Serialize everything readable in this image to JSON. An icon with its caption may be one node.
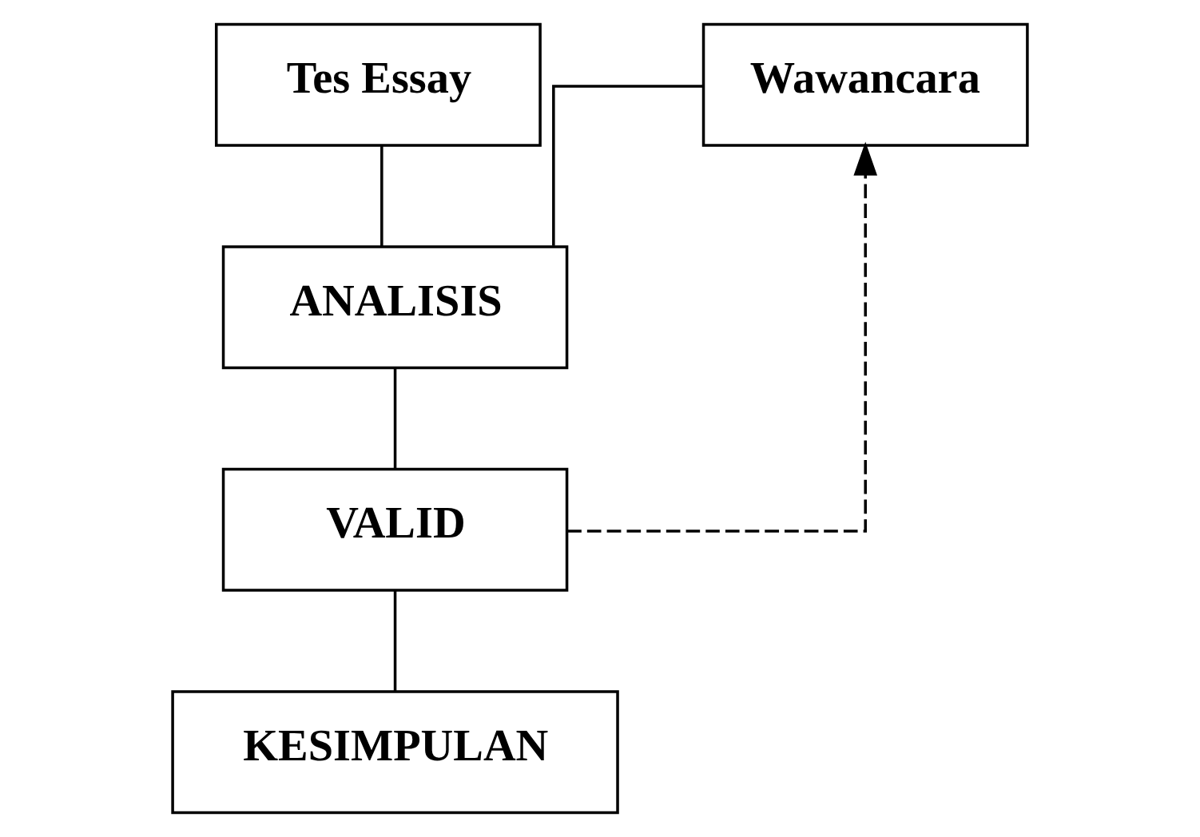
{
  "diagram": {
    "nodes": [
      {
        "text": [
          "Tes Essay"
        ]
      },
      {
        "text": [
          "Wawancara"
        ]
      },
      {
        "text": [
          "ANALISIS"
        ]
      },
      {
        "text": [
          "VALID"
        ]
      },
      {
        "text": [
          "KESIMPULAN"
        ]
      }
    ],
    "edges": [
      {
        "from": 0,
        "to": 2,
        "arrow": "none"
      },
      {
        "from": 1,
        "to": 2,
        "arrow": "none"
      },
      {
        "from": 2,
        "to": 3,
        "arrow": "none"
      },
      {
        "from": 3,
        "to": 4,
        "arrow": "none"
      },
      {
        "from": 3,
        "to": 1,
        "arrow": "to",
        "style": "dashed"
      }
    ]
  }
}
